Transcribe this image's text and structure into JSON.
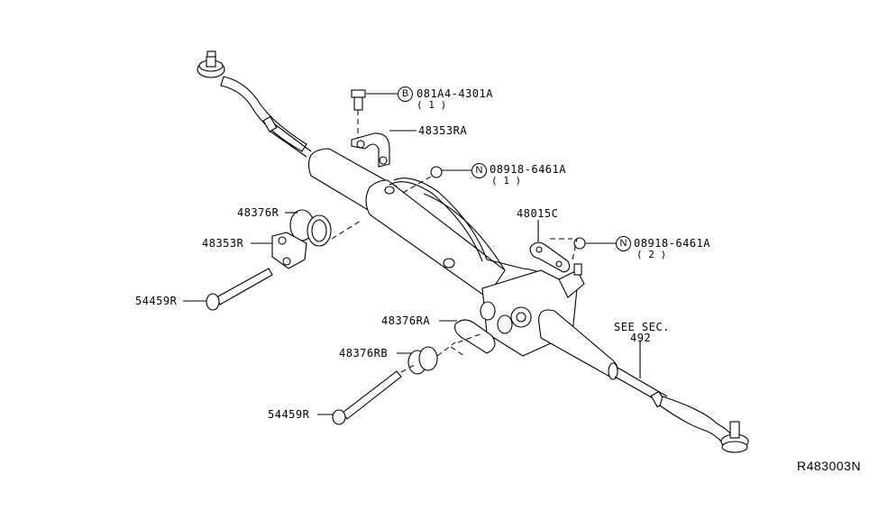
{
  "diagram": {
    "title": "Power steering gear assembly",
    "reference_code": "R483003N",
    "callouts": [
      {
        "id": "bolt-081a4",
        "prefix": "B",
        "part_number": "081A4-4301A",
        "quantity": "( 1 )"
      },
      {
        "id": "clamp-48353ra",
        "part_number": "48353RA"
      },
      {
        "id": "nut-08918-a",
        "prefix": "N",
        "part_number": "08918-6461A",
        "quantity": "( 1 )"
      },
      {
        "id": "insulator-48376r",
        "part_number": "48376R"
      },
      {
        "id": "clamp-48353r",
        "part_number": "48353R"
      },
      {
        "id": "bracket-48015c",
        "part_number": "48015C"
      },
      {
        "id": "nut-08918-b",
        "prefix": "N",
        "part_number": "08918-6461A",
        "quantity": "( 2 )"
      },
      {
        "id": "bolt-54459r-upper",
        "part_number": "54459R"
      },
      {
        "id": "insulator-48376ra",
        "part_number": "48376RA"
      },
      {
        "id": "insulator-48376rb",
        "part_number": "48376RB"
      },
      {
        "id": "see-section",
        "part_number": "SEE SEC.",
        "quantity": "492"
      },
      {
        "id": "bolt-54459r-lower",
        "part_number": "54459R"
      }
    ]
  }
}
